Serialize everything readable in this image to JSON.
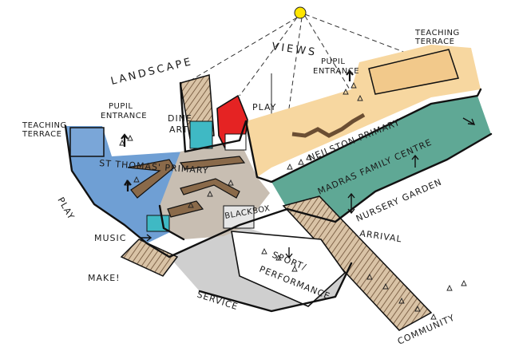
{
  "labels": {
    "landscape": "LANDSCAPE",
    "views": "VIEWS",
    "teaching_terrace_right": "TEACHING\nTERRACE",
    "teaching_terrace_left": "TEACHING\nTERRACE",
    "pupil_entrance_right": "PUPIL\nENTRANCE",
    "pupil_entrance_left": "PUPIL\nENTRANCE",
    "dine": "DINE",
    "art": "ART",
    "play_top": "PLAY",
    "play_left": "PLAY",
    "st_thomas_primary": "ST THOMAS' PRIMARY",
    "neilston_primary": "NEILSTON PRIMARY",
    "madras_family_centre": "MADRAS FAMILY CENTRE",
    "nursery_garden": "NURSERY GARDEN",
    "music": "MUSIC",
    "sport_performance": "SPORT/\nPERFORMANCE",
    "make": "MAKE!",
    "service": "SERVICE",
    "arrival": "ARRIVAL",
    "community": "COMMUNITY",
    "box": "BLACKBOX"
  },
  "colors": {
    "blue_zone": "#6f9fd4",
    "orange_zone": "#f7d7a0",
    "green_zone": "#5fa895",
    "grey_zone": "#cfcfcf",
    "red_tower": "#e52323",
    "sun": "#ffe600",
    "glass": "#3fb9c4",
    "central_court": "#c8beb2"
  },
  "icons": [
    "sun-icon",
    "arrow-icon",
    "person-icon"
  ]
}
